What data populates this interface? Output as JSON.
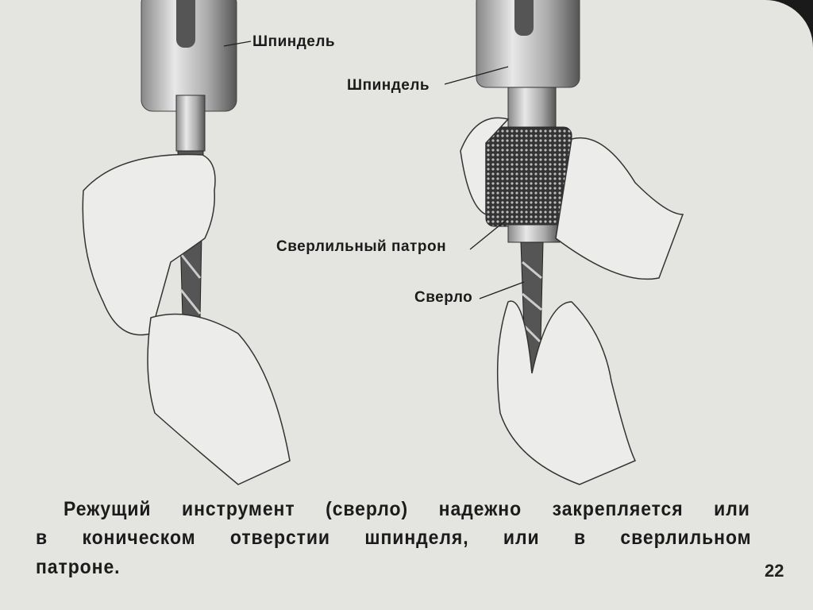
{
  "labels": {
    "spindle_left": "Шпиндель",
    "spindle_right": "Шпиндель",
    "chuck": "Сверлильный патрон",
    "drill": "Сверло"
  },
  "caption": {
    "line1": "Режущий инструмент (сверло) надежно закрепляется или",
    "line2": "в коническом отверстии шпинделя, или в сверлильном",
    "line3": "патроне."
  },
  "page_number": "22"
}
